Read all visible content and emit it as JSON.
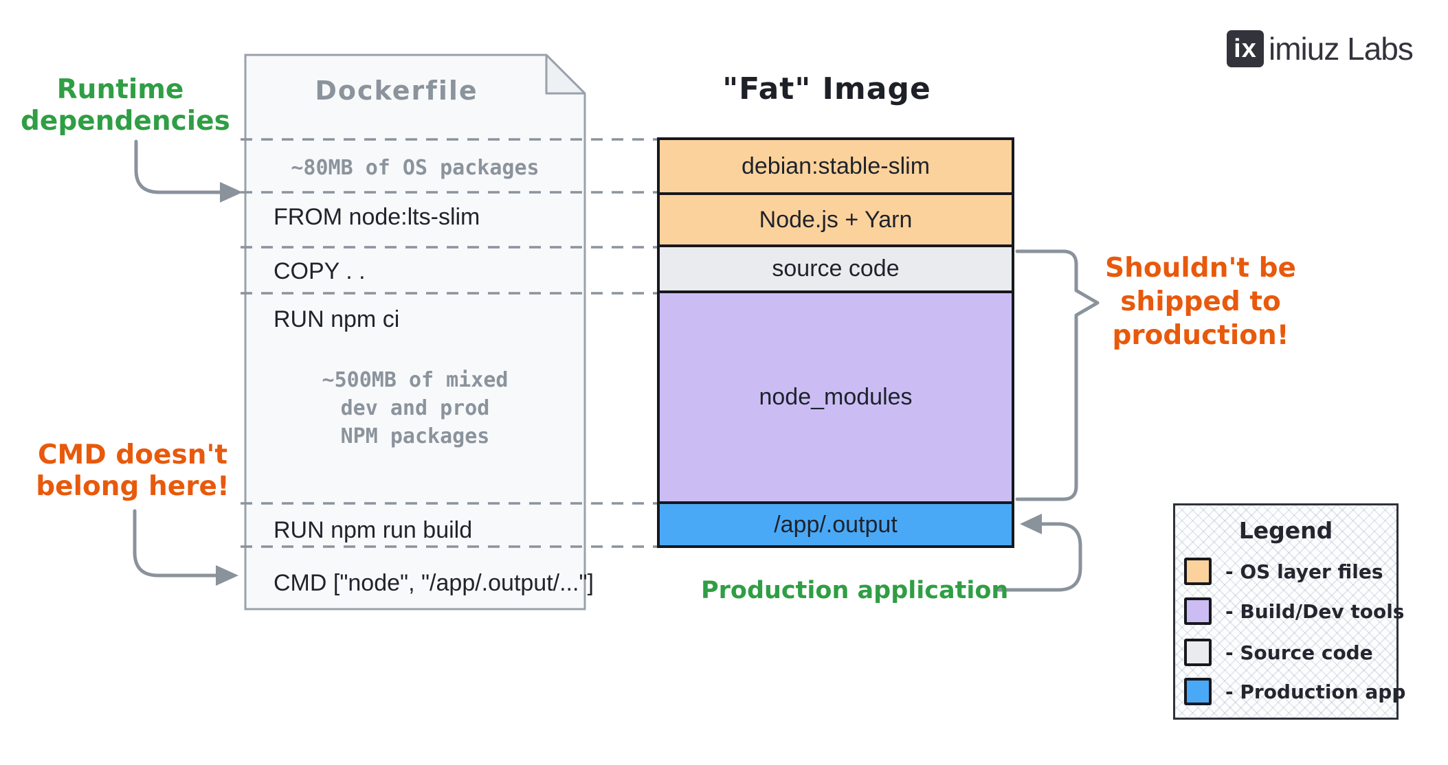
{
  "logo": {
    "badge": "ix",
    "name": "imiuz Labs"
  },
  "dockerfile": {
    "title": "Dockerfile",
    "note_os": "~80MB of OS packages",
    "line_from": "FROM node:lts-slim",
    "line_copy": "COPY . .",
    "line_run_ci": "RUN npm ci",
    "note_npm": "~500MB of mixed\ndev and prod\nNPM packages",
    "line_run_build": "RUN npm run build",
    "line_cmd": "CMD [\"node\", \"/app/.output/...\"]"
  },
  "fat_image": {
    "title": "\"Fat\" Image",
    "layers": [
      {
        "label": "debian:stable-slim",
        "color": "#fcd29c",
        "category": "os"
      },
      {
        "label": "Node.js + Yarn",
        "color": "#fcd29c",
        "category": "os"
      },
      {
        "label": "source code",
        "color": "#e9ebef",
        "category": "source"
      },
      {
        "label": "node_modules",
        "color": "#cbbdf4",
        "category": "build"
      },
      {
        "label": "/app/.output",
        "color": "#4aa9f7",
        "category": "production"
      }
    ]
  },
  "annotations": {
    "runtime_dependencies": "Runtime\ndependencies",
    "cmd_note": "CMD doesn't\nbelong here!",
    "shipped_note": "Shouldn't be\nshipped to\nproduction!",
    "production_app": "Production application"
  },
  "legend": {
    "title": "Legend",
    "items": [
      {
        "label": "- OS layer files",
        "color": "#fcd29c"
      },
      {
        "label": "- Build/Dev tools",
        "color": "#cbbdf4"
      },
      {
        "label": "- Source code",
        "color": "#e9ebef"
      },
      {
        "label": "- Production app",
        "color": "#4aa9f7"
      }
    ]
  },
  "colors": {
    "annotation_green": "#2f9e44",
    "annotation_orange": "#e8590c",
    "sketch_gray": "#8b939c",
    "layer_os": "#fcd29c",
    "layer_build": "#cbbdf4",
    "layer_source": "#e9ebef",
    "layer_production": "#4aa9f7",
    "border_black": "#16181d"
  }
}
